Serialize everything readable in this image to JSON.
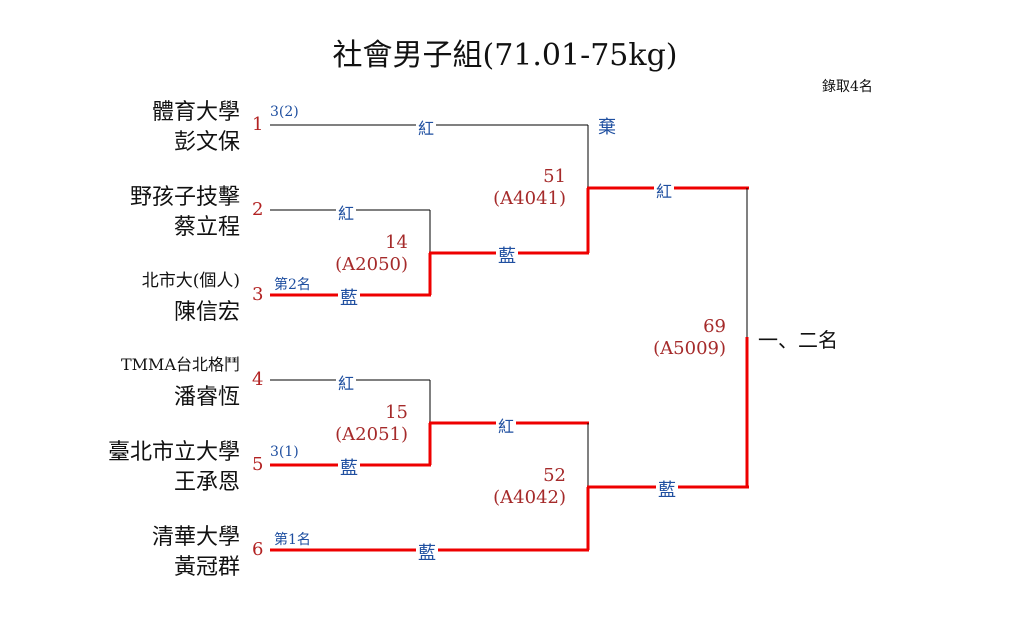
{
  "title": "社會男子組(71.01-75kg)",
  "quota": "錄取4名",
  "colors": {
    "winner_line": "#ee0000",
    "line": "#000000",
    "seed": "#b22222",
    "corner": "#1f4fa0",
    "match": "#a52a2a"
  },
  "competitors": [
    {
      "seed": "1",
      "team": "體育大學",
      "name": "彭文保",
      "note": "3(2)"
    },
    {
      "seed": "2",
      "team": "野孩子技擊",
      "name": "蔡立程",
      "note": ""
    },
    {
      "seed": "3",
      "team": "北市大(個人)",
      "name": "陳信宏",
      "note": "第2名"
    },
    {
      "seed": "4",
      "team": "TMMA台北格鬥",
      "name": "潘睿恆",
      "note": ""
    },
    {
      "seed": "5",
      "team": "臺北市立大學",
      "name": "王承恩",
      "note": "3(1)"
    },
    {
      "seed": "6",
      "team": "清華大學",
      "name": "黃冠群",
      "note": "第1名"
    }
  ],
  "matches": [
    {
      "no": "14",
      "code": "(A2050)",
      "red": "紅",
      "blue": "藍",
      "winner": "blue"
    },
    {
      "no": "15",
      "code": "(A2051)",
      "red": "紅",
      "blue": "藍",
      "winner": "blue"
    },
    {
      "no": "51",
      "code": "(A4041)",
      "red": "紅",
      "blue": "藍",
      "winner": "blue",
      "note": "棄"
    },
    {
      "no": "52",
      "code": "(A4042)",
      "red": "紅",
      "blue": "藍",
      "winner": "blue"
    },
    {
      "no": "69",
      "code": "(A5009)",
      "red": "紅",
      "blue": "藍",
      "winner": "blue"
    }
  ],
  "final_label": "一、二名"
}
